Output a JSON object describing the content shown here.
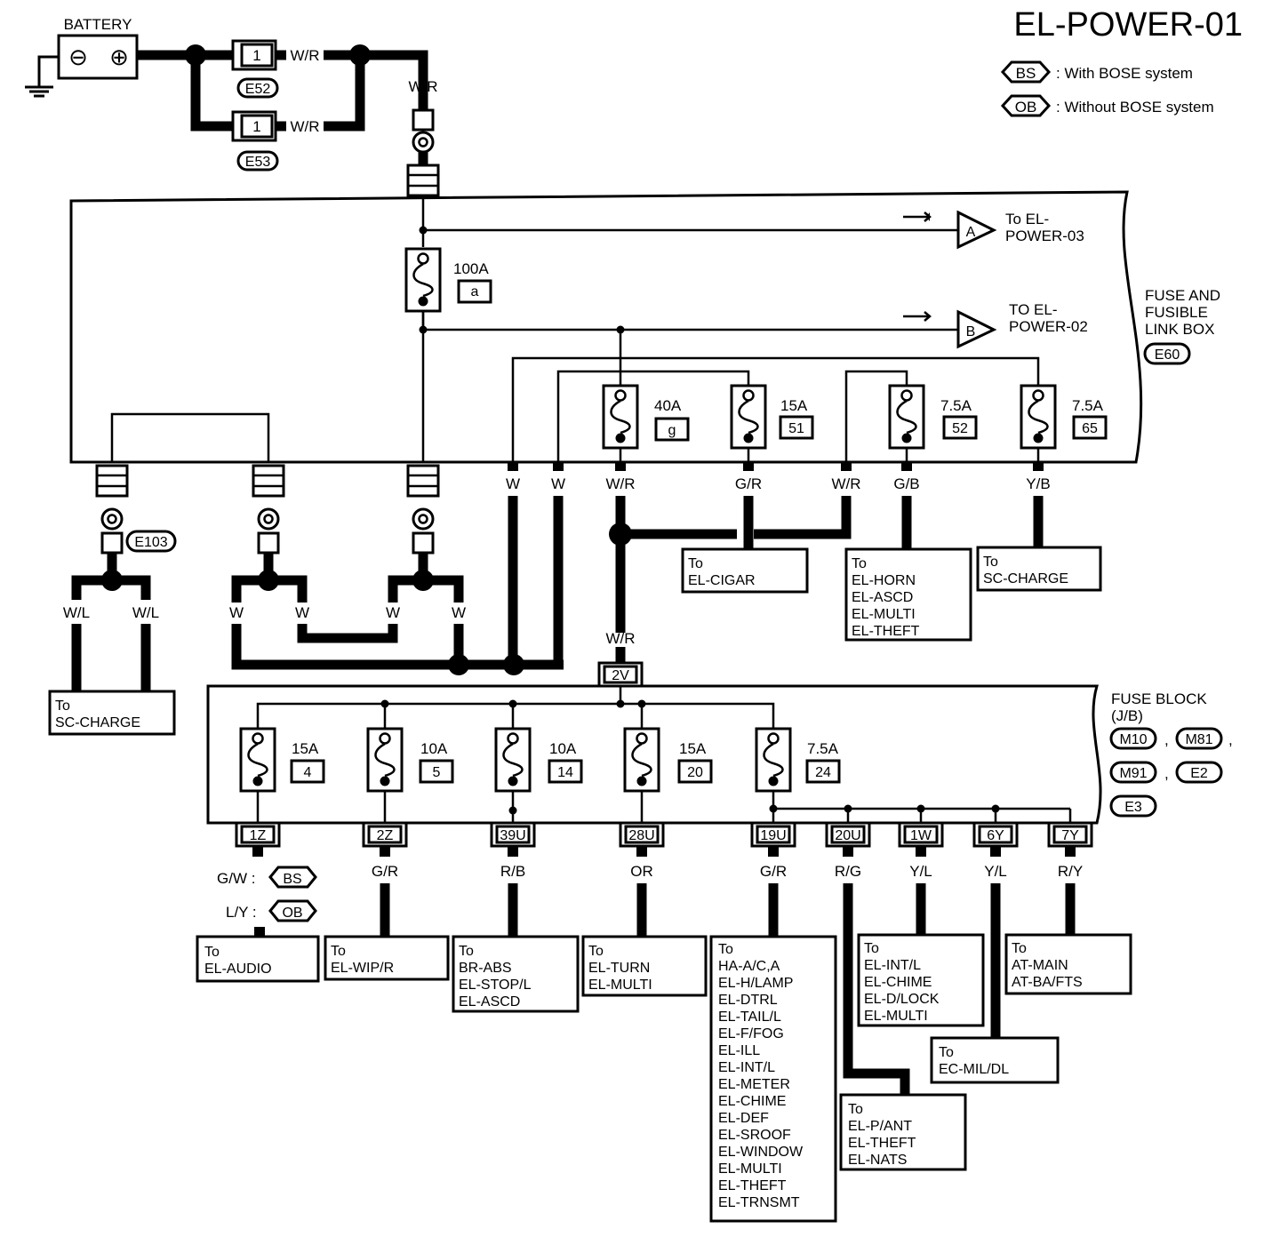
{
  "title": "EL-POWER-01",
  "legend": [
    {
      "code": "BS",
      "text": ": With BOSE system"
    },
    {
      "code": "OB",
      "text": ": Without BOSE system"
    }
  ],
  "battery": {
    "label": "BATTERY",
    "neg": "⊖",
    "pos": "⊕"
  },
  "fusible_links": [
    {
      "num": "1",
      "wire": "W/R",
      "conn": "E52"
    },
    {
      "num": "1",
      "wire": "W/R",
      "conn": "E53"
    }
  ],
  "wr_label": "W/R",
  "fuse_link_box": {
    "label_lines": [
      "FUSE AND",
      "FUSIBLE",
      "LINK BOX"
    ],
    "conn": "E60",
    "main_fuse": {
      "amps": "100A",
      "id": "a"
    },
    "fuses": [
      {
        "amps": "40A",
        "id": "g",
        "wire": "W/R"
      },
      {
        "amps": "15A",
        "id": "51",
        "wire": "G/R"
      },
      {
        "amps": "7.5A",
        "id": "52",
        "wire": "G/B"
      },
      {
        "amps": "7.5A",
        "id": "65",
        "wire": "Y/B"
      }
    ],
    "extra_wires": [
      "W",
      "W",
      "W/R"
    ],
    "arrows": [
      {
        "tag": "A",
        "lines": [
          "To EL-",
          "POWER-03"
        ]
      },
      {
        "tag": "B",
        "lines": [
          "TO EL-",
          "POWER-02"
        ]
      }
    ]
  },
  "lower_left": {
    "conn": "E103",
    "wires": [
      "W/L",
      "W/L",
      "W",
      "W",
      "W",
      "W"
    ],
    "dest": [
      "To",
      "SC-CHARGE"
    ]
  },
  "mid_dests": [
    [
      "To",
      "EL-CIGAR"
    ],
    [
      "To",
      "EL-HORN",
      "EL-ASCD",
      "EL-MULTI",
      "EL-THEFT"
    ],
    [
      "To",
      "SC-CHARGE"
    ]
  ],
  "fuse_block": {
    "label_lines": [
      "FUSE BLOCK",
      "(J/B)"
    ],
    "conns": [
      "M10",
      "M81",
      "M91",
      "E2",
      "E3"
    ],
    "seps": [
      ",",
      ",",
      ","
    ],
    "input_conn": "2V",
    "input_wire": "W/R",
    "fuses": [
      {
        "amps": "15A",
        "id": "4"
      },
      {
        "amps": "10A",
        "id": "5"
      },
      {
        "amps": "10A",
        "id": "14"
      },
      {
        "amps": "15A",
        "id": "20"
      },
      {
        "amps": "7.5A",
        "id": "24"
      }
    ],
    "terminals": [
      "1Z",
      "2Z",
      "39U",
      "28U",
      "19U",
      "20U",
      "1W",
      "6Y",
      "7Y"
    ],
    "out_wires": [
      "G/W :",
      "L/Y :",
      "G/R",
      "R/B",
      "OR",
      "G/R",
      "R/G",
      "Y/L",
      "Y/L",
      "R/Y"
    ],
    "audio_opts": [
      "BS",
      "OB"
    ]
  },
  "dests": [
    [
      "To",
      "EL-AUDIO"
    ],
    [
      "To",
      "EL-WIP/R"
    ],
    [
      "To",
      "BR-ABS",
      "EL-STOP/L",
      "EL-ASCD"
    ],
    [
      "To",
      "EL-TURN",
      "EL-MULTI"
    ],
    [
      "To",
      "HA-A/C,A",
      "EL-H/LAMP",
      "EL-DTRL",
      "EL-TAIL/L",
      "EL-F/FOG",
      "EL-ILL",
      "EL-INT/L",
      "EL-METER",
      "EL-CHIME",
      "EL-DEF",
      "EL-SROOF",
      "EL-WINDOW",
      "EL-MULTI",
      "EL-THEFT",
      "EL-TRNSMT"
    ],
    [
      "To",
      "EL-INT/L",
      "EL-CHIME",
      "EL-D/LOCK",
      "EL-MULTI"
    ],
    [
      "To",
      "AT-MAIN",
      "AT-BA/FTS"
    ],
    [
      "To",
      "EC-MIL/DL"
    ],
    [
      "To",
      "EL-P/ANT",
      "EL-THEFT",
      "EL-NATS"
    ]
  ]
}
